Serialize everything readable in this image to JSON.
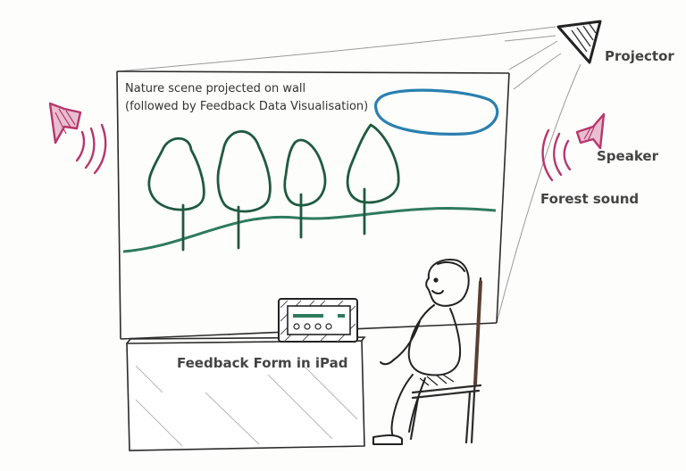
{
  "labels": {
    "wall_caption_line1": "Nature scene projected on wall",
    "wall_caption_line2": "(followed by Feedback Data Visualisation)",
    "projector": "Projector",
    "speaker": "Speaker",
    "forest_sound": "Forest sound",
    "feedback_form": "Feedback Form in iPad"
  },
  "colors": {
    "ink": "#2b2b2b",
    "trees": "#1f5a40",
    "ground": "#2e7a5e",
    "cloud": "#2a7fb0",
    "speaker": "#b8366a"
  }
}
